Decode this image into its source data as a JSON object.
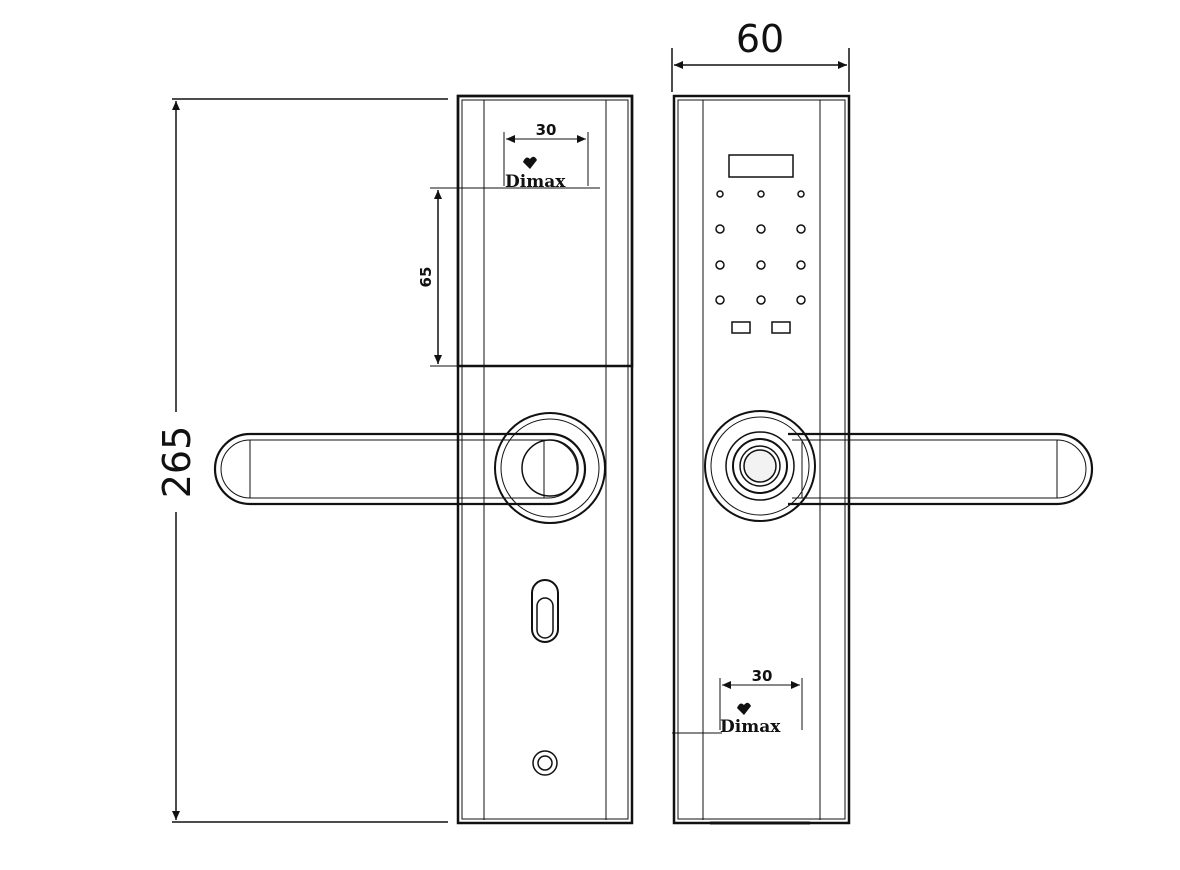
{
  "dimensions": {
    "overall_height": "265",
    "overall_width": "60",
    "top_plate_height": "65",
    "logo_width_back": "30",
    "logo_width_front": "30"
  },
  "brand": {
    "back_logo_text": "Dimax",
    "front_logo_text": "Dimax"
  },
  "keypad": {
    "rows": 4,
    "columns": 3,
    "function_keys": 2
  },
  "colors": {
    "line": "#111111",
    "background": "#ffffff"
  }
}
